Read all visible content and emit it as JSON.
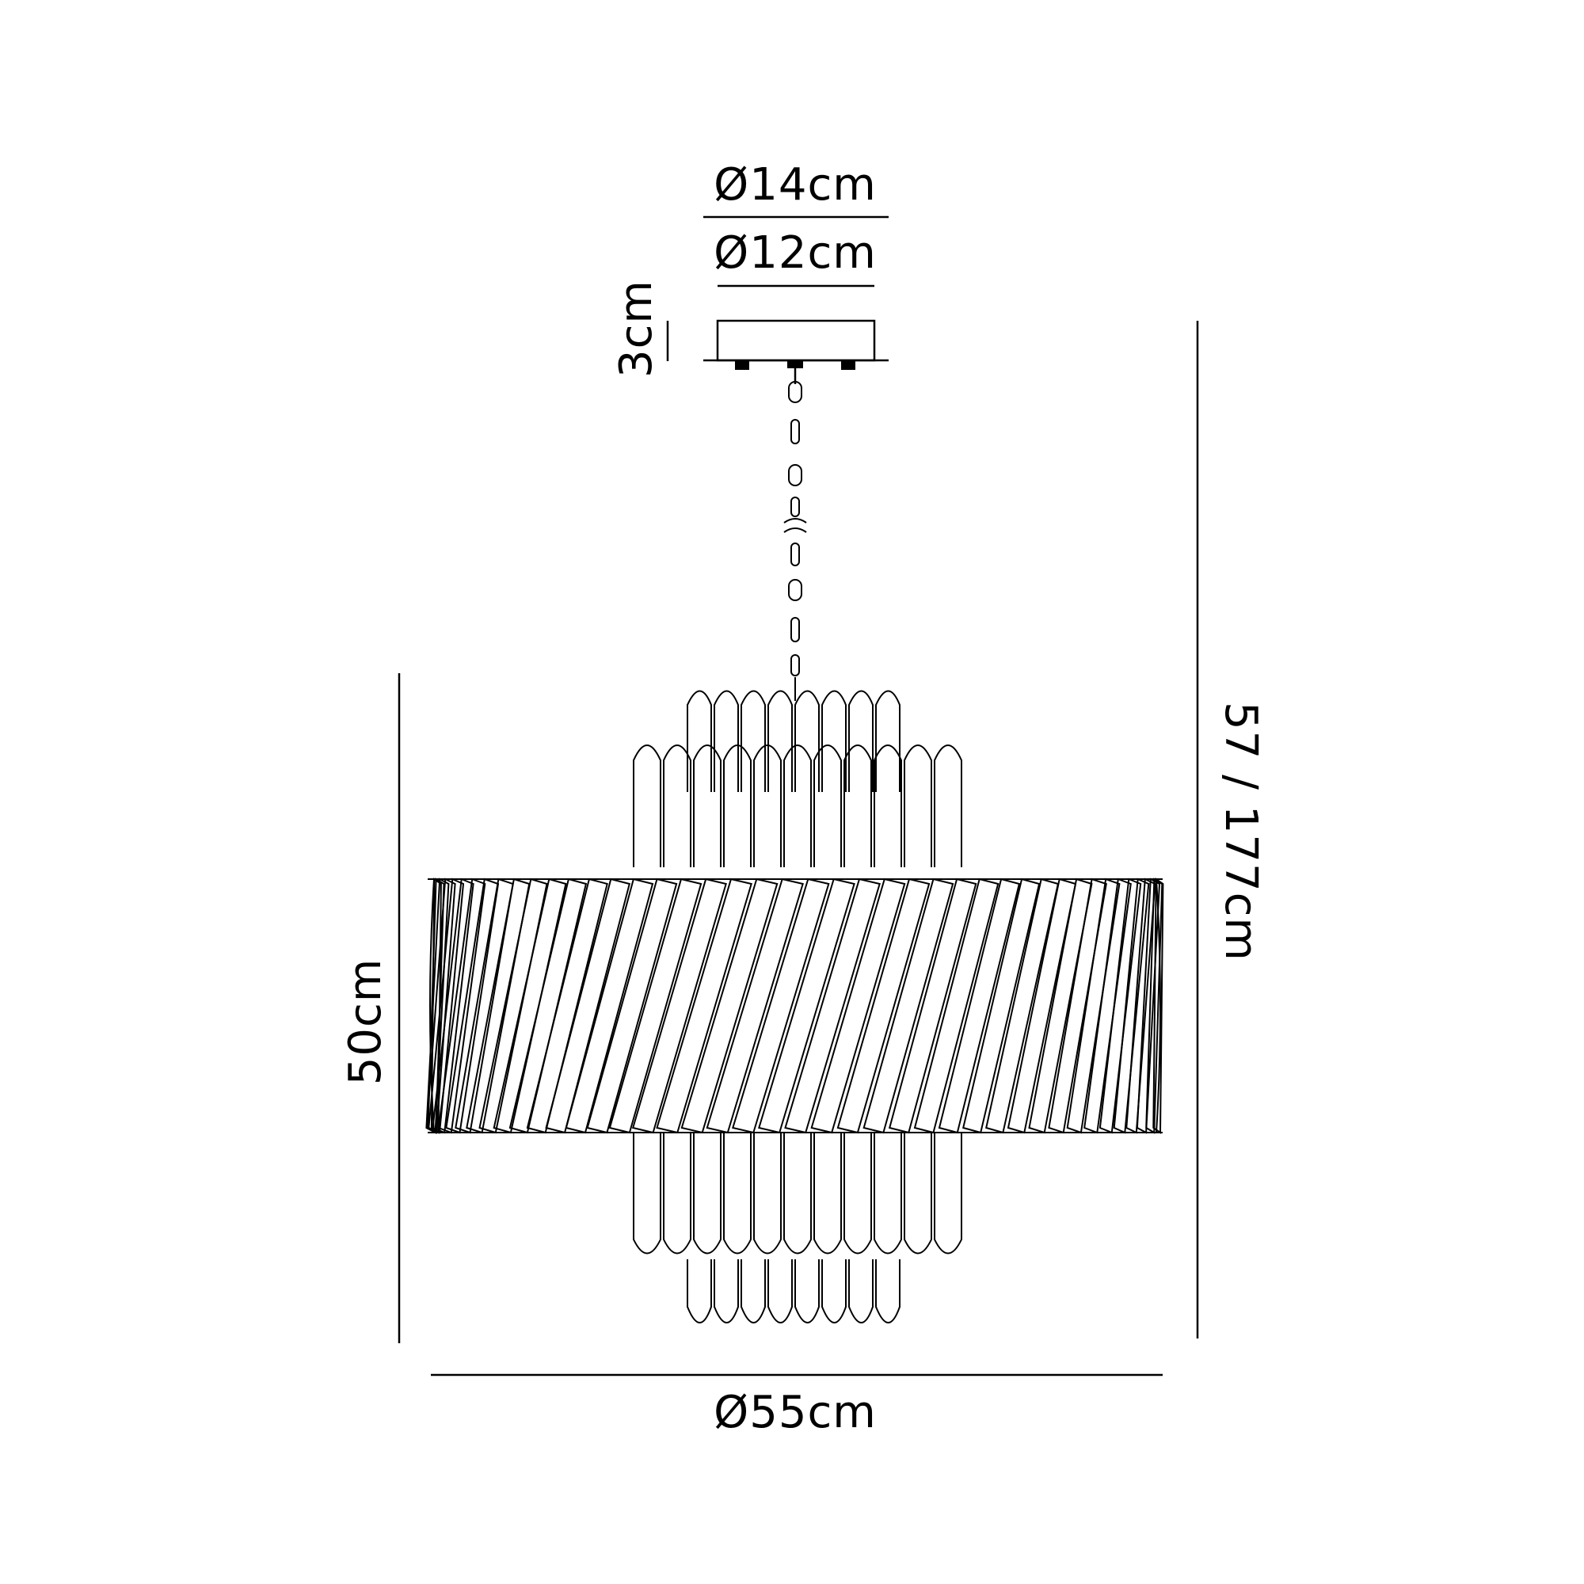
{
  "diagram": {
    "colors": {
      "line": "#000000",
      "background": "#ffffff"
    },
    "dimensions": {
      "canopy_outer_diameter": "Ø14cm",
      "canopy_inner_diameter": "Ø12cm",
      "canopy_height": "3cm",
      "body_height": "50cm",
      "overall_height": "57 / 177cm",
      "body_diameter": "Ø55cm"
    }
  }
}
